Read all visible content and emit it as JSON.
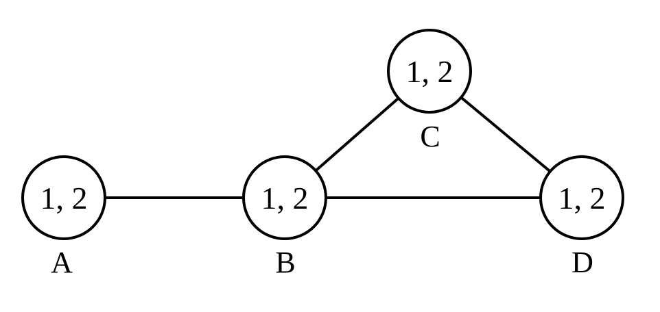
{
  "graph": {
    "nodes": [
      {
        "id": "A",
        "name": "A",
        "domain": "1, 2"
      },
      {
        "id": "B",
        "name": "B",
        "domain": "1, 2"
      },
      {
        "id": "C",
        "name": "C",
        "domain": "1, 2"
      },
      {
        "id": "D",
        "name": "D",
        "domain": "1, 2"
      }
    ],
    "edges": [
      {
        "from": "A",
        "to": "B"
      },
      {
        "from": "B",
        "to": "C"
      },
      {
        "from": "B",
        "to": "D"
      },
      {
        "from": "C",
        "to": "D"
      }
    ]
  }
}
